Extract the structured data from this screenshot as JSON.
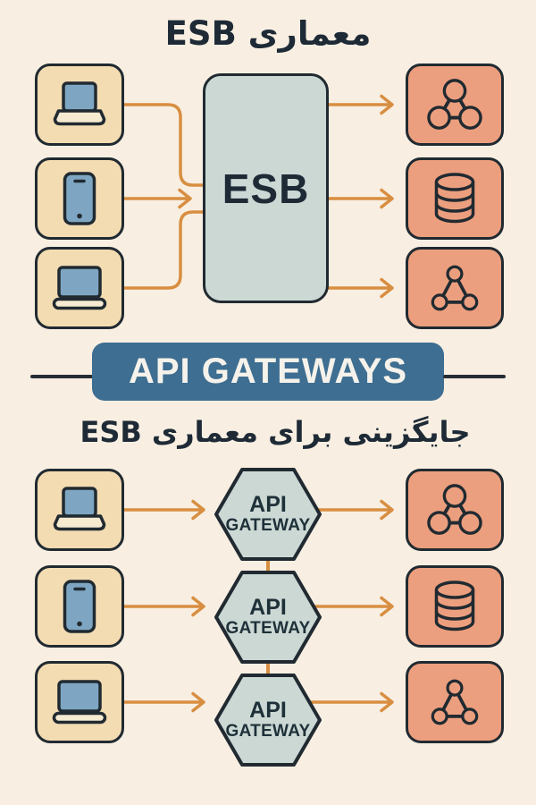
{
  "colors": {
    "background": "#f8efe2",
    "client_box": "#f3dcb2",
    "service_box": "#ec9f7e",
    "bus_panel": "#cbd8d4",
    "banner_blue": "#3e6e91",
    "arrow_orange": "#d88e41",
    "outline_dark": "#212a31",
    "text_dark": "#1e2a36",
    "device_screen_blue": "#7ea6c2"
  },
  "top_section": {
    "title": "معماری ESB",
    "esb_label": "ESB",
    "clients": [
      {
        "icon": "laptop-icon"
      },
      {
        "icon": "smartphone-icon"
      },
      {
        "icon": "laptop-icon"
      }
    ],
    "services": [
      {
        "icon": "network-nodes-icon"
      },
      {
        "icon": "database-icon"
      },
      {
        "icon": "graph-triangle-icon"
      }
    ]
  },
  "divider": {
    "label": "API GATEWAYS"
  },
  "bottom_section": {
    "subtitle": "جایگزینی برای معماری ESB",
    "gateways": [
      {
        "line1": "API",
        "line2": "GATEWAY"
      },
      {
        "line1": "API",
        "line2": "GATEWAY"
      },
      {
        "line1": "API",
        "line2": "GATEWAY"
      }
    ],
    "clients": [
      {
        "icon": "laptop-icon"
      },
      {
        "icon": "smartphone-icon"
      },
      {
        "icon": "laptop-icon"
      }
    ],
    "services": [
      {
        "icon": "network-nodes-icon"
      },
      {
        "icon": "database-icon"
      },
      {
        "icon": "graph-triangle-icon"
      }
    ]
  }
}
